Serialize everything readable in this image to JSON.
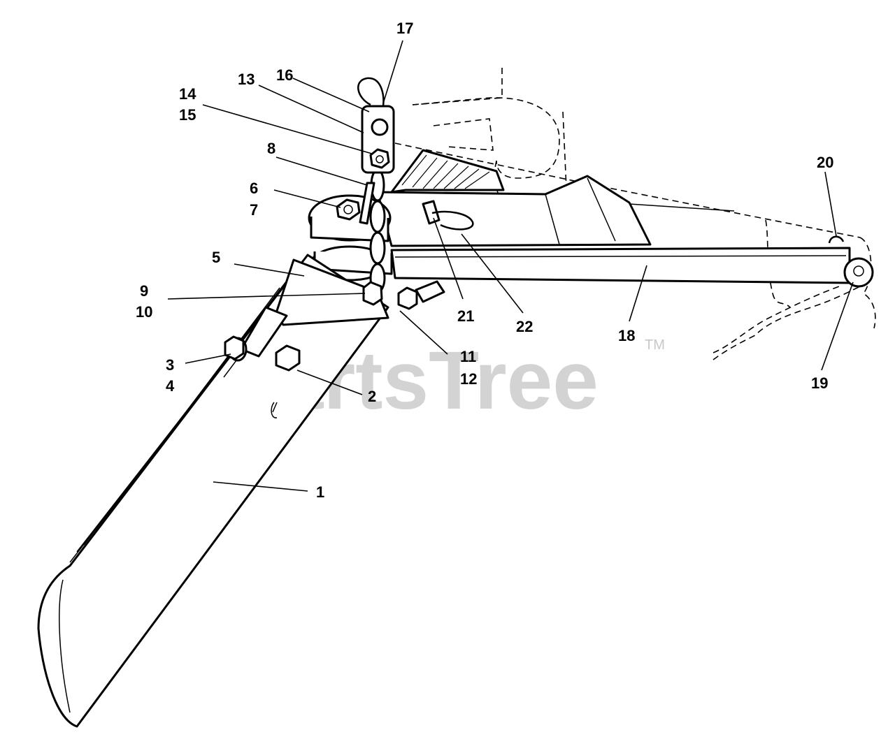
{
  "watermark": {
    "text": "PartsTree",
    "trademark": "TM"
  },
  "callouts": [
    {
      "id": "c17",
      "lines": [
        "17"
      ]
    },
    {
      "id": "c16",
      "lines": [
        "16"
      ]
    },
    {
      "id": "c13",
      "lines": [
        "13"
      ]
    },
    {
      "id": "c14",
      "lines": [
        "14",
        "15"
      ]
    },
    {
      "id": "c8",
      "lines": [
        "8"
      ]
    },
    {
      "id": "c6",
      "lines": [
        "6",
        "7"
      ]
    },
    {
      "id": "c5",
      "lines": [
        "5"
      ]
    },
    {
      "id": "c9",
      "lines": [
        "9",
        "10"
      ]
    },
    {
      "id": "c3",
      "lines": [
        "3",
        "4"
      ]
    },
    {
      "id": "c2",
      "lines": [
        "2"
      ]
    },
    {
      "id": "c11",
      "lines": [
        "11",
        "12"
      ]
    },
    {
      "id": "c21",
      "lines": [
        "21"
      ]
    },
    {
      "id": "c22",
      "lines": [
        "22"
      ]
    },
    {
      "id": "c18",
      "lines": [
        "18"
      ]
    },
    {
      "id": "c20",
      "lines": [
        "20"
      ]
    },
    {
      "id": "c19",
      "lines": [
        "19"
      ]
    },
    {
      "id": "c1",
      "lines": [
        "1"
      ]
    }
  ]
}
